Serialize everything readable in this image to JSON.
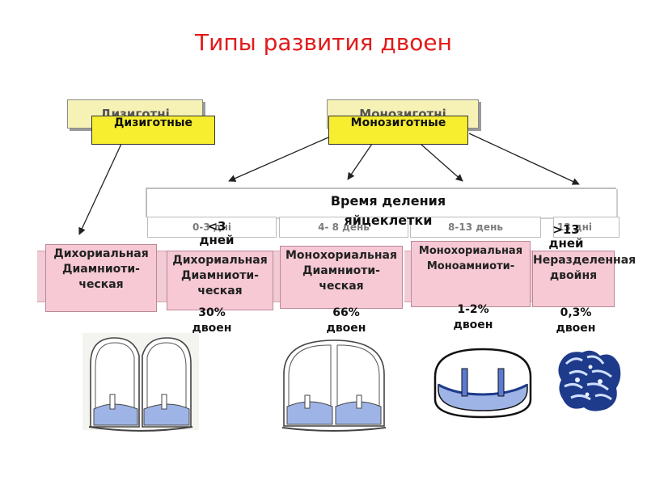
{
  "title": "Типы развития двоен",
  "top_boxes": {
    "dizygotic_back": "Дизиготні",
    "dizygotic_front": "Дизиготные",
    "monozygotic_back": "Монозиготні",
    "monozygotic_front": "Монозиготные"
  },
  "division": {
    "title": "Время деления яйцеклетки",
    "subtitles": [
      "0-3 дні",
      "4- 8 день",
      "8-13 день",
      "13 дні"
    ]
  },
  "columns": [
    {
      "type": "Дихориальная Диамниоти-ческая",
      "time": "",
      "share": ""
    },
    {
      "type": "Дихориальная Диамниоти-ческая",
      "time": "<3 дней",
      "share": "30% двоен"
    },
    {
      "type": "Монохориальная Диамниоти-ческая",
      "time": "",
      "share": "66% двоен"
    },
    {
      "type": "Монохориальная Моноамниоти-",
      "time": "",
      "share": "1-2% двоен"
    },
    {
      "type": "Неразделенная двойня",
      "time": ">13 дней",
      "share": "0,3% двоен"
    }
  ],
  "colors": {
    "title": "#e21a1a",
    "yellow": "#f6ee2e",
    "pink": "#f6c9d4",
    "membrane_blue": "#9fb4e6",
    "dark_blue": "#1e3a8a"
  },
  "icons": [
    "dichorionic-diamniotic-illustration",
    "monochorionic-diamniotic-illustration",
    "monoamniotic-illustration",
    "conjoined-twins-illustration"
  ]
}
